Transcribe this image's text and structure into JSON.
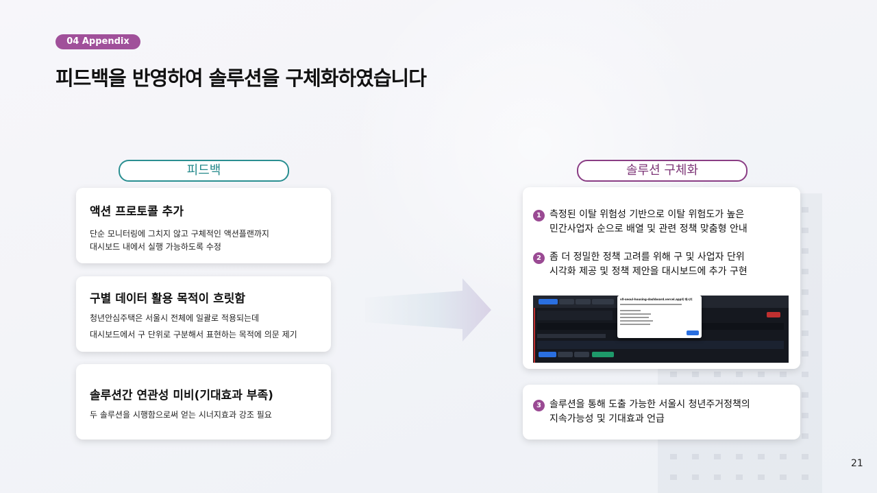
{
  "header": {
    "section_label": "04 Appendix",
    "title": "피드백을 반영하여 솔루션을 구체화하였습니다"
  },
  "feedback": {
    "header": "피드백",
    "cards": [
      {
        "title": "액션 프로토콜 추가",
        "lines": [
          "단순 모니터링에 그치지 않고 구체적인 액션플랜까지",
          "대시보드 내에서 실행 가능하도록 수정"
        ]
      },
      {
        "title": "구별 데이터 활용 목적이 흐릿함",
        "lines": [
          "청년안심주택은 서울시 전체에 일괄로 적용되는데",
          "대시보드에서 구 단위로 구분해서 표현하는 목적에 의문 제기"
        ]
      },
      {
        "title": "솔루션간 연관성 미비(기대효과 부족)",
        "lines": [
          "두 솔루션을 시행함으로써 얻는 시너지효과 강조 필요"
        ]
      }
    ]
  },
  "solution": {
    "header": "솔루션 구체화",
    "items": [
      {
        "num": "1",
        "lines": [
          "측정된 이탈 위험성 기반으로 이탈 위험도가 높은",
          "민간사업자 순으로 배열 및 관련 정책 맞춤형 안내"
        ]
      },
      {
        "num": "2",
        "lines": [
          "좀 더 정밀한 정책 고려를 위해 구 및 사업자 단위",
          "시각화 제공 및 정책 제안을 대시보드에 추가 구현"
        ]
      },
      {
        "num": "3",
        "lines": [
          "솔루션을 통해 도출 가능한 서울시 청년주거정책의",
          "지속가능성 및 기대효과 언급"
        ]
      }
    ],
    "screenshot": {
      "popup_title": "v0-seoul-housing-dashboard.vercel.app의 메시지"
    }
  },
  "colors": {
    "accent_purple": "#9a4a93",
    "accent_teal": "#2a8f91"
  },
  "page_number": "21"
}
